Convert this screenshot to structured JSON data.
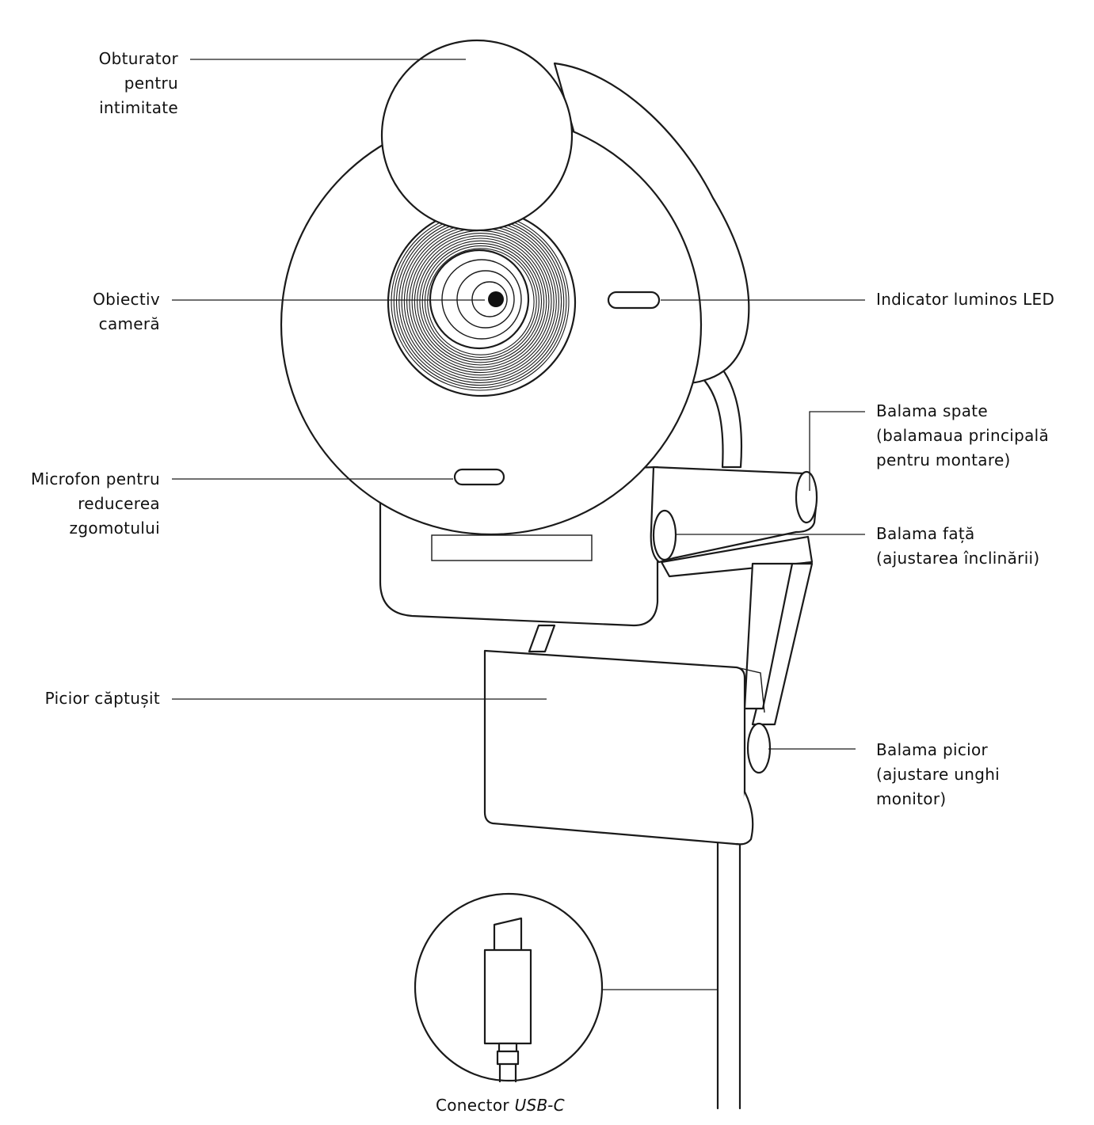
{
  "labels": {
    "shutter": [
      "Obturator",
      "pentru",
      "intimitate"
    ],
    "lens": [
      "Obiectiv",
      "cameră"
    ],
    "microphone": [
      "Microfon pentru",
      "reducerea",
      "zgomotului"
    ],
    "padded_foot": [
      "Picior căptușit"
    ],
    "led": [
      "Indicator luminos LED"
    ],
    "rear_hinge": [
      "Balama spate",
      "(balamaua principală",
      "pentru montare)"
    ],
    "front_hinge": [
      "Balama față",
      "(ajustarea înclinării)"
    ],
    "foot_hinge": [
      "Balama picior",
      "(ajustare unghi",
      "monitor)"
    ]
  },
  "usb_caption": {
    "prefix": "Conector",
    "emphasis": "USB-C"
  }
}
